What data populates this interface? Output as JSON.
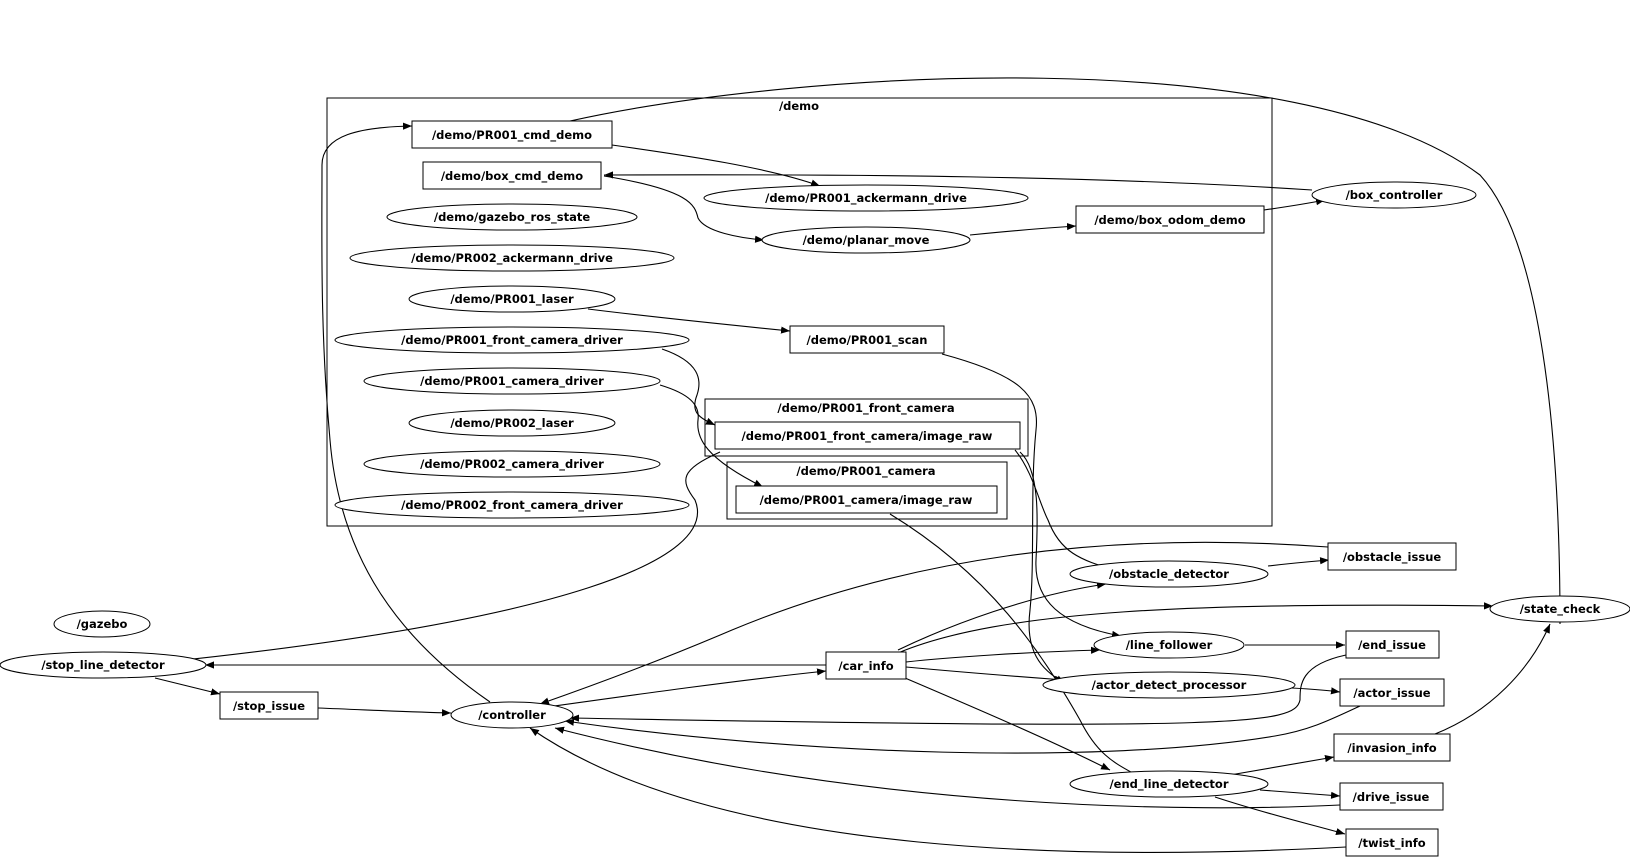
{
  "clusters": {
    "demo": "/demo",
    "front_camera": "/demo/PR001_front_camera",
    "camera": "/demo/PR001_camera"
  },
  "nodes": {
    "pr001_cmd_demo": "/demo/PR001_cmd_demo",
    "box_cmd_demo": "/demo/box_cmd_demo",
    "pr001_ackermann_drive": "/demo/PR001_ackermann_drive",
    "gazebo_ros_state": "/demo/gazebo_ros_state",
    "planar_move": "/demo/planar_move",
    "box_odom_demo": "/demo/box_odom_demo",
    "box_controller": "/box_controller",
    "pr002_ackermann_drive": "/demo/PR002_ackermann_drive",
    "pr001_laser": "/demo/PR001_laser",
    "pr001_scan": "/demo/PR001_scan",
    "pr001_front_camera_driver": "/demo/PR001_front_camera_driver",
    "pr001_camera_driver": "/demo/PR001_camera_driver",
    "pr001_front_camera_image_raw": "/demo/PR001_front_camera/image_raw",
    "pr002_laser": "/demo/PR002_laser",
    "pr002_camera_driver": "/demo/PR002_camera_driver",
    "pr001_camera_image_raw": "/demo/PR001_camera/image_raw",
    "pr002_front_camera_driver": "/demo/PR002_front_camera_driver",
    "obstacle_issue": "/obstacle_issue",
    "obstacle_detector": "/obstacle_detector",
    "state_check": "/state_check",
    "gazebo": "/gazebo",
    "stop_line_detector": "/stop_line_detector",
    "car_info": "/car_info",
    "line_follower": "/line_follower",
    "end_issue": "/end_issue",
    "actor_detect_processor": "/actor_detect_processor",
    "actor_issue": "/actor_issue",
    "stop_issue": "/stop_issue",
    "controller": "/controller",
    "invasion_info": "/invasion_info",
    "end_line_detector": "/end_line_detector",
    "drive_issue": "/drive_issue",
    "twist_info": "/twist_info"
  }
}
